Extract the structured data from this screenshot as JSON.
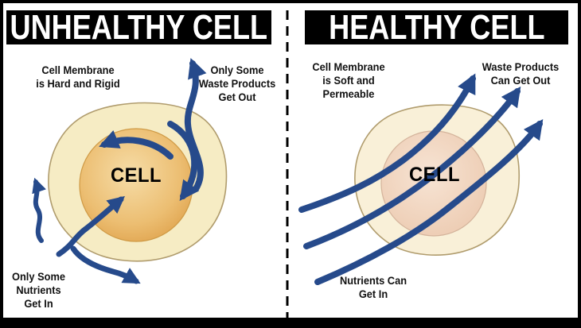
{
  "unhealthy": {
    "title": "UNHEALTHY CELL",
    "membrane_note": "Cell Membrane\nis Hard and Rigid",
    "waste_note": "Only Some\nWaste Products\nGet Out",
    "cell_label": "CELL",
    "nutrient_note": "Only Some\nNutrients\nGet In"
  },
  "healthy": {
    "title": "HEALTHY CELL",
    "membrane_note": "Cell Membrane\nis Soft and\nPermeable",
    "waste_note": "Waste Products\nCan Get Out",
    "cell_label": "CELL",
    "nutrient_note": "Nutrients Can\nGet In"
  },
  "colors": {
    "arrow": "#264a8b",
    "unhealthy_membrane": "#f6ecc4",
    "unhealthy_cytoplasm": "#e9b96a",
    "healthy_membrane": "#f9f0d8",
    "healthy_cytoplasm": "#f2d8c6",
    "header_background": "#000000",
    "header_text": "#ffffff"
  }
}
